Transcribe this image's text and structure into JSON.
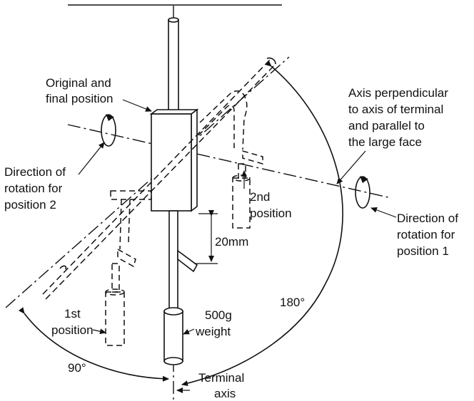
{
  "labels": {
    "original_final_line1": "Original and",
    "original_final_line2": "final position",
    "axis_perp_line1": "Axis perpendicular",
    "axis_perp_line2": "to axis of terminal",
    "axis_perp_line3": "and parallel to",
    "axis_perp_line4": "the large face",
    "dir_pos2_line1": "Direction of",
    "dir_pos2_line2": "rotation for",
    "dir_pos2_line3": "position 2",
    "second_line1": "2nd",
    "second_line2": "position",
    "dir_pos1_line1": "Direction of",
    "dir_pos1_line2": "rotation for",
    "dir_pos1_line3": "position 1",
    "dimension": "20mm",
    "angle_180": "180°",
    "weight_line1": "500g",
    "weight_line2": "weight",
    "first_line1": "1st",
    "first_line2": "position",
    "angle_90": "90°",
    "terminal_line1": "Terminal",
    "terminal_line2": "axis"
  },
  "colors": {
    "ink": "#111111",
    "background": "#ffffff"
  }
}
